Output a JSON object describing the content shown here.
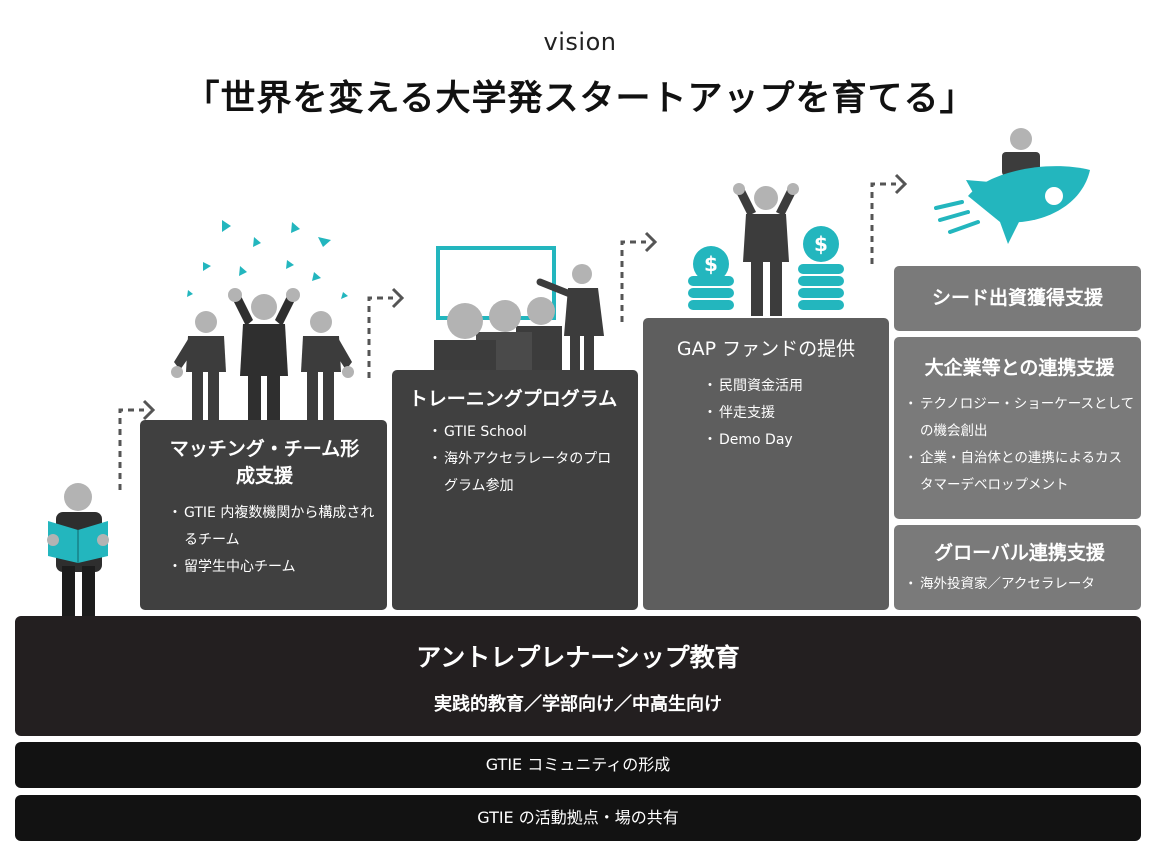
{
  "vision": {
    "label": "vision",
    "title": "「世界を変える大学発スタートアップを育てる」"
  },
  "steps": [
    {
      "title": "マッチング・チーム形成支援",
      "items": [
        "GTIE 内複数機関から構成されるチーム",
        "留学生中心チーム"
      ]
    },
    {
      "title": "トレーニングプログラム",
      "items": [
        "GTIE School",
        "海外アクセラレータのプログラム参加"
      ]
    },
    {
      "title": "GAP ファンドの提供",
      "items": [
        "民間資金活用",
        "伴走支援",
        "Demo Day"
      ]
    }
  ],
  "support": [
    {
      "title": "シード出資獲得支援",
      "items": []
    },
    {
      "title": "大企業等との連携支援",
      "items": [
        "テクノロジー・ショーケースとしての機会創出",
        "企業・自治体との連携によるカスタマーデベロップメント"
      ]
    },
    {
      "title": "グローバル連携支援",
      "items": [
        "海外投資家／アクセラレータ"
      ]
    }
  ],
  "foundation": {
    "title": "アントレプレナーシップ教育",
    "subtitle": "実践的教育／学部向け／中高生向け",
    "community": "GTIE コミュニティの形成",
    "hub": "GTIE の活動拠点・場の共有"
  },
  "colors": {
    "step_box": "#404040",
    "step_box_3": "#5e5e5e",
    "support_box": "#7a7a7a",
    "base_bar": "#121212",
    "accent": "#23b6be",
    "person": "#3c3c3c",
    "head": "#b3b3b3"
  },
  "icons": {
    "step_arrow": "dashed-step-arrow-icon",
    "reader": "reading-person-icon",
    "team": "cheering-team-icon",
    "training": "presenter-audience-icon",
    "fund": "coin-stacks-icon",
    "rocket": "rocket-rider-icon"
  }
}
